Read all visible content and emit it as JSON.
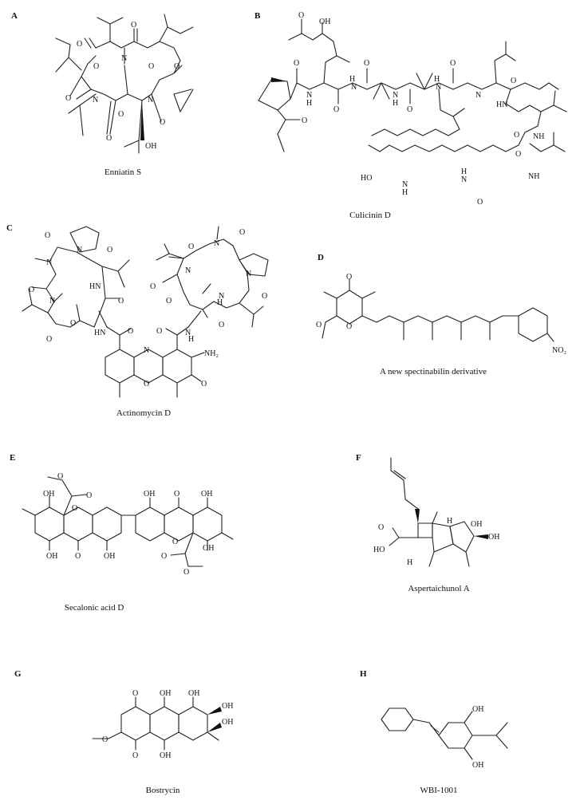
{
  "figure": {
    "panels": [
      {
        "letter": "A",
        "caption": "Enniatin S"
      },
      {
        "letter": "B",
        "caption": "Culicinin D"
      },
      {
        "letter": "C",
        "caption": "Actinomycin D"
      },
      {
        "letter": "D",
        "caption": "A new spectinabilin derivative"
      },
      {
        "letter": "E",
        "caption": "Secalonic acid D"
      },
      {
        "letter": "F",
        "caption": "Aspertaichunol A"
      },
      {
        "letter": "G",
        "caption": "Bostrycin"
      },
      {
        "letter": "H",
        "caption": "WBI-1001"
      }
    ],
    "atom_labels": {
      "O": "O",
      "N": "N",
      "OH": "OH",
      "HO": "HO",
      "H": "H",
      "NH": "NH",
      "HN": "HN",
      "NH2": "NH₂",
      "NO2": "NO₂"
    }
  }
}
